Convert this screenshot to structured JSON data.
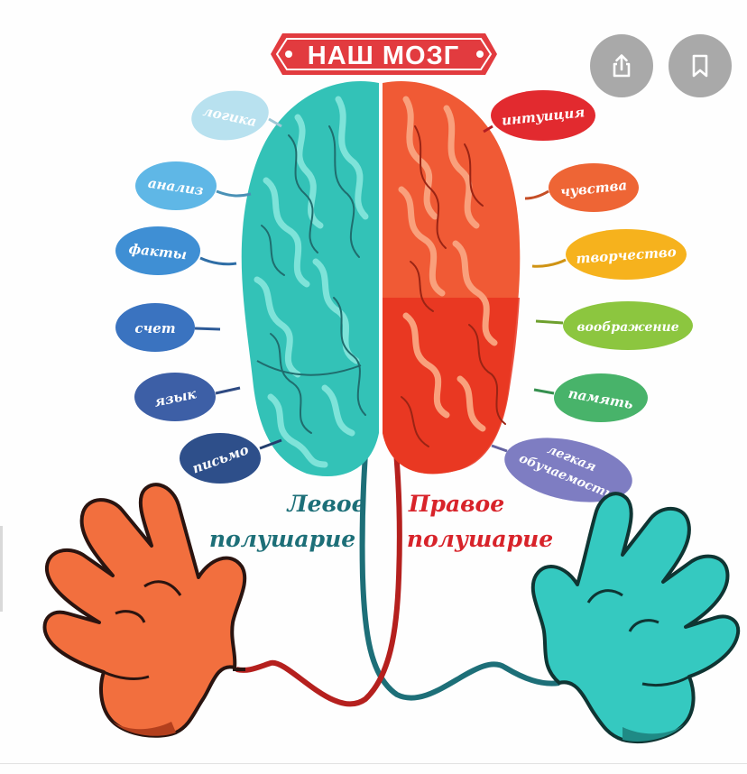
{
  "title": "НАШ МОЗГ",
  "left_label": [
    "Левое",
    "полушарие"
  ],
  "right_label": [
    "Правое",
    "полушарие"
  ],
  "left_skills": [
    "логика",
    "анализ",
    "факты",
    "счет",
    "язык",
    "письмо"
  ],
  "right_skills": [
    "интуиция",
    "чувства",
    "творчество",
    "воображение",
    "память",
    "легкая",
    "обучаемость"
  ],
  "buttons": {
    "share_icon": "share-icon",
    "save_icon": "bookmark-icon"
  },
  "colors": {
    "left_brain": "#33c2b7",
    "right_brain": "#f05a35",
    "title_banner": "#e23b3f",
    "left_label": "#1d6f78",
    "right_label": "#d8232a",
    "left_hand": "#f26f3e",
    "right_hand": "#35c9c0",
    "fab": "#a9a9a9"
  }
}
